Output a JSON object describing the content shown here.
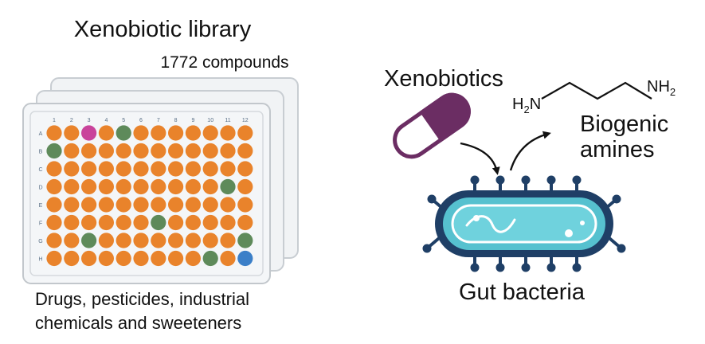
{
  "library": {
    "title": "Xenobiotic library",
    "count_label": "1772 compounds",
    "description_line1": "Drugs, pesticides, industrial",
    "description_line2": "chemicals and sweeteners"
  },
  "plate": {
    "columns": [
      "1",
      "2",
      "3",
      "4",
      "5",
      "6",
      "7",
      "8",
      "9",
      "10",
      "11",
      "12"
    ],
    "rows": [
      "A",
      "B",
      "C",
      "D",
      "E",
      "F",
      "G",
      "H"
    ],
    "colors": {
      "default": "#e9832b",
      "green": "#5e8a5a",
      "magenta": "#c9439b",
      "blue": "#3b7fc8"
    },
    "special_wells": [
      {
        "row": "A",
        "col": "3",
        "color": "magenta"
      },
      {
        "row": "A",
        "col": "5",
        "color": "green"
      },
      {
        "row": "B",
        "col": "1",
        "color": "green"
      },
      {
        "row": "D",
        "col": "11",
        "color": "green"
      },
      {
        "row": "F",
        "col": "7",
        "color": "green"
      },
      {
        "row": "G",
        "col": "3",
        "color": "green"
      },
      {
        "row": "G",
        "col": "12",
        "color": "green"
      },
      {
        "row": "H",
        "col": "10",
        "color": "green"
      },
      {
        "row": "H",
        "col": "12",
        "color": "blue"
      }
    ]
  },
  "right": {
    "xenobiotics_label": "Xenobiotics",
    "amine_label_line1": "Biogenic",
    "amine_label_line2": "amines",
    "molecule": {
      "left_group": "H",
      "left_sub": "2",
      "left_atom": "N",
      "right_atom": "NH",
      "right_sub": "2"
    },
    "bacteria_label": "Gut bacteria",
    "pill_color": "#6b2d63",
    "bacteria_color": "#56c1cf"
  }
}
